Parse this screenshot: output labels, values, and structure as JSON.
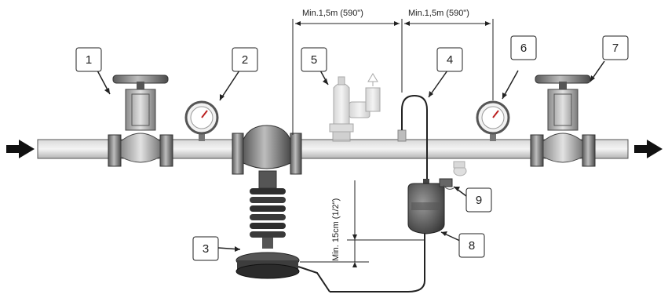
{
  "diagram": {
    "dimensions": {
      "top_left": "Min.1,5m (590\")",
      "top_right": "Min.1,5m (590\")",
      "vertical": "Min. 15cm (1/2\")"
    },
    "callouts": [
      {
        "id": "c1",
        "label": "1",
        "target": "shut-off-valve-inlet"
      },
      {
        "id": "c2",
        "label": "2",
        "target": "pressure-gauge-inlet"
      },
      {
        "id": "c3",
        "label": "3",
        "target": "pressure-reducing-valve-actuator"
      },
      {
        "id": "c4",
        "label": "4",
        "target": "impulse-line-tap"
      },
      {
        "id": "c5",
        "label": "5",
        "target": "safety-relief-valve"
      },
      {
        "id": "c6",
        "label": "6",
        "target": "pressure-gauge-outlet"
      },
      {
        "id": "c7",
        "label": "7",
        "target": "shut-off-valve-outlet"
      },
      {
        "id": "c8",
        "label": "8",
        "target": "condensate-pot"
      },
      {
        "id": "c9",
        "label": "9",
        "target": "fill-plug"
      }
    ]
  }
}
